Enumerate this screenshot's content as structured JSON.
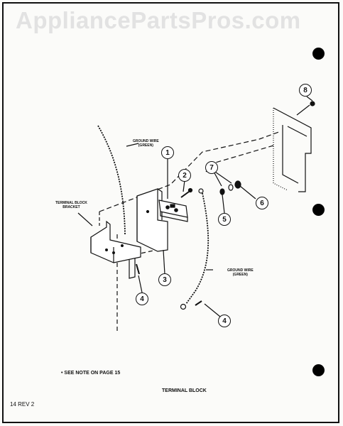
{
  "watermark": "AppliancePartsPros.com",
  "labels": {
    "ground_wire_top": "GROUND WIRE\n(GREEN)",
    "terminal_block_bracket": "TERMINAL BLOCK\nBRACKET",
    "ground_wire_bottom": "GROUND WIRE\n(GREEN)",
    "note": "• SEE NOTE ON PAGE 15",
    "title": "TERMINAL BLOCK",
    "page_ref": "14 REV 2"
  },
  "callouts": [
    "1",
    "2",
    "3",
    "4",
    "4",
    "5",
    "6",
    "7",
    "8"
  ],
  "icons": {
    "binder_hole": "filled-circle",
    "callout": "numbered-circle"
  }
}
